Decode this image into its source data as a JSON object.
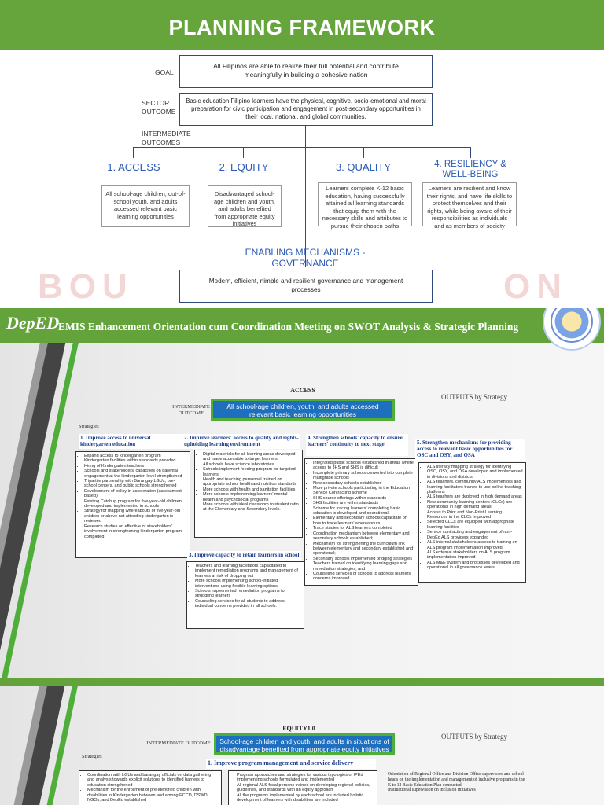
{
  "slide1": {
    "title": "PLANNING FRAMEWORK",
    "watermark_left": "BOU",
    "watermark_right": "ON",
    "row_labels": {
      "goal": "GOAL",
      "sector": "SECTOR\nOUTCOME",
      "intermediate": "INTERMEDIATE\nOUTCOMES"
    },
    "goal_text": "All Filipinos are able to realize their full potential and contribute meaningfully in building a cohesive nation",
    "sector_text": "Basic education Filipino learners have the physical, cognitive, socio-emotional and moral preparation for civic participation and engagement in post-secondary opportunities in their local, national, and global communities.",
    "pillars": [
      {
        "title": "1. ACCESS",
        "text": "All school-age children, out-of-school youth, and adults accessed relevant basic learning opportunities"
      },
      {
        "title": "2. EQUITY",
        "text": "Disadvantaged school-age children and youth, and adults benefited from appropriate equity initiatives"
      },
      {
        "title": "3. QUALITY",
        "text": "Learners complete K-12 basic education, having successfully attained all learning standards that equip them with the necessary skills and attributes to pursue their chosen paths"
      },
      {
        "title": "4. RESILIENCY & WELL-BEING",
        "text": "Learners are resilient and know their rights, and have life skills to protect themselves and their rights, while being aware of their responsibilities as individuals and as members of society"
      }
    ],
    "enabling_title": "ENABLING MECHANISMS -\nGOVERNANCE",
    "enabling_text": "Modern, efficient, nimble and resilient governance and management processes"
  },
  "slide2": {
    "logo": "DepED",
    "header_title": "EMIS Enhancement Orientation cum Coordination Meeting on SWOT Analysis & Strategic Planning",
    "doc_title": "ACCESS",
    "outputs_title": "OUTPUTS by Strategy",
    "intermediate_label": "INTERMEDIATE\nOUTCOME",
    "intermediate_text": "All school-age children, youth, and adults accessed relevant basic learning opportunities",
    "strategies_label": "Strategies",
    "strategies": [
      {
        "head": "1. Improve access to universal kindergarten education",
        "items": [
          "Expand access to kindergarten program",
          "Kindergarten facilities within standards provided",
          "Hiring of Kindergarten teachers",
          "Schools and stakeholders' capacities on parental engagement at the kindergarten level strengthened",
          "Tripartite partnership with Barangay LGUs, pre-school centers, and public schools strengthened",
          "Development of policy in acceleration (assessment based)",
          "Existing Catchup program for five-year-old children developed and implemented in schools",
          "Strategy for mapping whereabouts of five-year-old children or above not attending kindergarten is reviewed",
          "Research studies on effective of stakeholders' involvement in strengthening kindergarten program completed"
        ]
      },
      {
        "head": "2. Improve learners' access to quality and rights-upholding learning environment",
        "items": [
          "Digital materials for all learning areas developed and made accessible to target learners",
          "All schools have science laboratories",
          "Schools implement feeding program for targeted learners",
          "Health and teaching personnel trained on appropriate school health and nutrition standards",
          "More schools with health and sanitation facilities",
          "More schools implementing learners' mental health and psychosocial programs",
          "More schools with ideal classroom to student ratio at the Elementary and Secondary levels."
        ]
      },
      {
        "head": "3. Improve capacity to retain learners in school",
        "items": [
          "Teachers and learning facilitators capacitated to implement remediation programs and management of learners at risk of dropping out",
          "More schools implementing school-initiated interventions using flexible learning options",
          "Schools implemented remediation programs for struggling learners",
          "Counseling services for all students to address individual concerns provided in all schools."
        ]
      },
      {
        "head": "4. Strengthen schools' capacity to ensure learners' continuity to next stage",
        "items": [
          "Integrated public schools established in areas where access to JHS and SHS is difficult",
          "Incomplete primary schools converted into complete multigrade schools",
          "New secondary schools established",
          "More private schools participating in the Education Service Contracting scheme",
          "SHS course offerings within standards",
          "SHS facilities are within standards",
          "Scheme for tracing learners' completing basic education is developed and operational",
          "Elementary and secondary schools capacitate on how to trace learners' whereabouts,",
          "Trace studies for ALS learners completed",
          "Coordination mechanism between elementary and secondary schools established;",
          "Mechanism for strengthening the curriculum link between elementary and secondary established and operational;",
          "Secondary schools implemented bridging strategies",
          "Teachers trained on identifying learning gaps and remediation strategies; and,",
          "Counseling services of schools to address learners' concerns improved"
        ]
      },
      {
        "head": "5. Strengthen mechanisms for providing access to relevant basic opportunities for OSC and OSY, and OSA",
        "items": [
          "ALS literacy mapping strategy for identifying OSC, OSY, and OSA developed and implemented in divisions and districts",
          "ALS teachers, community ALS implementors and learning facilitators trained to use online teaching platforms",
          "ALS teachers are deployed in high demand areas",
          "New community learning centers (CLCs) are operational in high demand areas",
          "Access to Print and Non-Print Learning Resources in the CLCs Improved",
          "Selected CLCs are equipped with appropriate learning facilities",
          "Service contracting and engagement of non-DepEd ALS providers expanded",
          "ALS internal stakeholders access to training on ALS program implementation Improved",
          "ALS external stakeholders on ALS program implementation improved",
          "ALS M&E system and processes developed and operational in all governance levels"
        ]
      }
    ]
  },
  "slide3": {
    "doc_title": "EQUITY1.0",
    "outputs_title": "OUTPUTS by Strategy",
    "intermediate_label": "INTERMEDIATE OUTCOME",
    "intermediate_text": "School-age children and youth, and adults in situations of disadvantage benefited from appropriate equity initiatives",
    "strategies_label": "Strategies",
    "strategy1_head": "1. Improve program management and service delivery",
    "col1": [
      "Coordination with LGUs and barangay officials on data gathering and analysis towards explicit solutions to identified barriers to education strengthened",
      "Mechanism for the enrollment of pre-identified children with disabilities in Kindergarten between and among ECCD, DSWD, NGOs, and DepEd established"
    ],
    "col2": [
      "Program approaches and strategies for various typologies of IPEd implementing schools formulated and implemented",
      "All regional ALS focal persons trained on developing regional policies, guidelines, and standards with an equity approach",
      "All the programs implemented by each school are included holistic development of learners with disabilities are included"
    ],
    "col3": [
      "Orientation of Regional Office and Division Office supervisors and school heads on the implementation and management of inclusive programs in the K to 12 Basic Education Plan conducted",
      "Instructional supervision on inclusion initiatives"
    ]
  }
}
